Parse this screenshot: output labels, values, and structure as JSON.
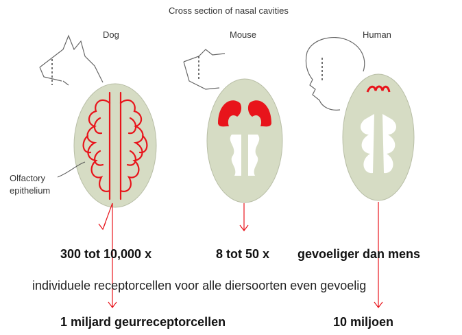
{
  "figure": {
    "caption": "Cross section of nasal cavities",
    "animals": {
      "dog": "Dog",
      "mouse": "Mouse",
      "human": "Human"
    },
    "olfactory_label": [
      "Olfactory",
      "epithelium"
    ]
  },
  "annotations": {
    "dog_sensitivity": "300 tot 10,000 x",
    "mouse_sensitivity": "8 tot 50 x",
    "sensitivity_suffix": "gevoeliger dan mens",
    "receptor_note": "individuele receptorcellen voor alle diersoorten even gevoelig",
    "dog_receptors": "1 miljard geurreceptorcellen",
    "human_receptors": "10 miljoen"
  },
  "colors": {
    "cavity_fill": "#d6dcc4",
    "epithelium": "#e8141b",
    "arrow": "#e8141b",
    "outline": "#555555"
  }
}
